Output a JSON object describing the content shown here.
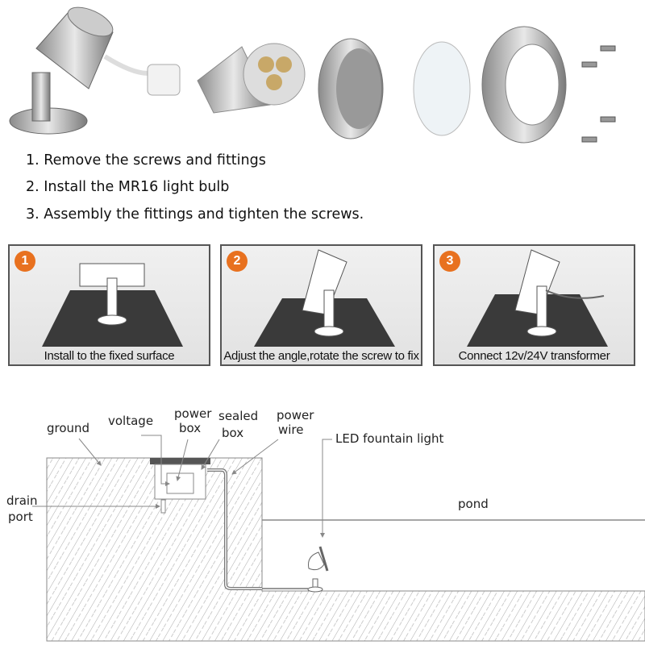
{
  "product_parts": [
    "bracket-housing",
    "mr16-bulb",
    "ring",
    "glass-lens",
    "cover-plate",
    "screws"
  ],
  "steps": [
    "1. Remove the screws and fittings",
    "2. Install the MR16 light bulb",
    "3. Assembly the fittings and tighten the screws."
  ],
  "panels": [
    {
      "number": "1",
      "caption": "Install to the fixed surface"
    },
    {
      "number": "2",
      "caption": "Adjust the angle,rotate the screw to fix"
    },
    {
      "number": "3",
      "caption": "Connect 12v/24V transformer"
    }
  ],
  "diagram": {
    "ground": "ground",
    "voltage": "voltage",
    "power_box_1": "power",
    "power_box_2": "box",
    "sealed_box_1": "sealed",
    "sealed_box_2": "box",
    "power_wire_1": "power",
    "power_wire_2": "wire",
    "led_light": "LED fountain light",
    "drain_1": "drain",
    "drain_2": "port",
    "pond": "pond"
  },
  "colors": {
    "badge": "#e8711f",
    "surface": "#3a3a3a",
    "line": "#777777"
  }
}
